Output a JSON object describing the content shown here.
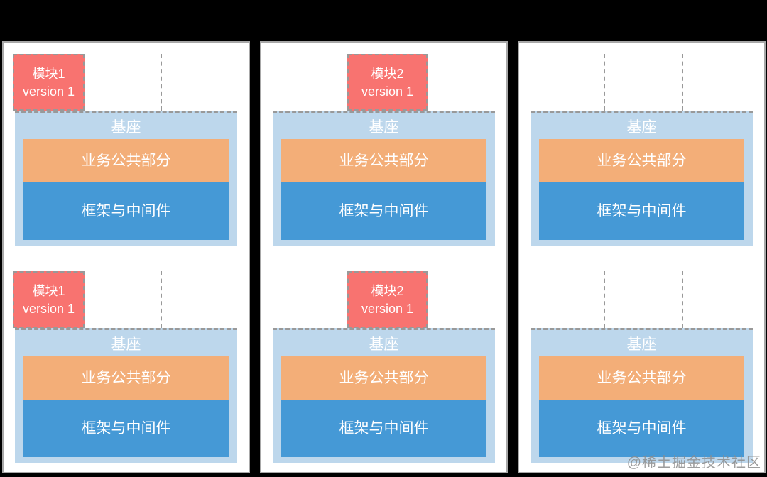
{
  "colors": {
    "page_bg": "#000000",
    "panel_bg": "#ffffff",
    "panel_border": "#a8a8a8",
    "module_red": "#f87370",
    "base_blue": "#bdd7ec",
    "biz_orange": "#f3ae78",
    "fw_blue": "#4599d6",
    "dash_gray": "#999999",
    "watermark_gray": "#8c8c8c",
    "text_white": "#ffffff"
  },
  "labels": {
    "base": "基座",
    "business": "业务公共部分",
    "framework": "框架与中间件"
  },
  "panels": [
    {
      "module": {
        "title": "模块1",
        "version": "version 1"
      }
    },
    {
      "module": {
        "title": "模块2",
        "version": "version 1"
      }
    },
    {
      "module": null
    }
  ],
  "watermark": "@稀土掘金技术社区"
}
